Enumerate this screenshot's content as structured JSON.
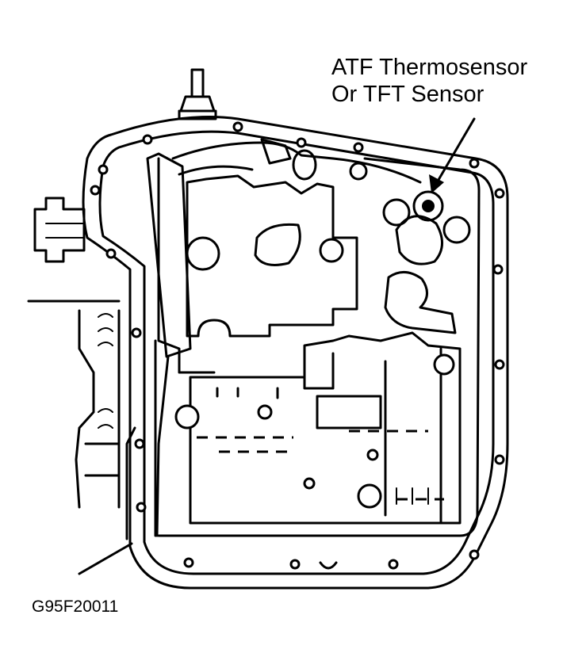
{
  "callout": {
    "line1": "ATF Thermosensor",
    "line2": "Or TFT Sensor"
  },
  "figure_id": "G95F20011",
  "colors": {
    "ink": "#000000",
    "paper": "#ffffff"
  }
}
